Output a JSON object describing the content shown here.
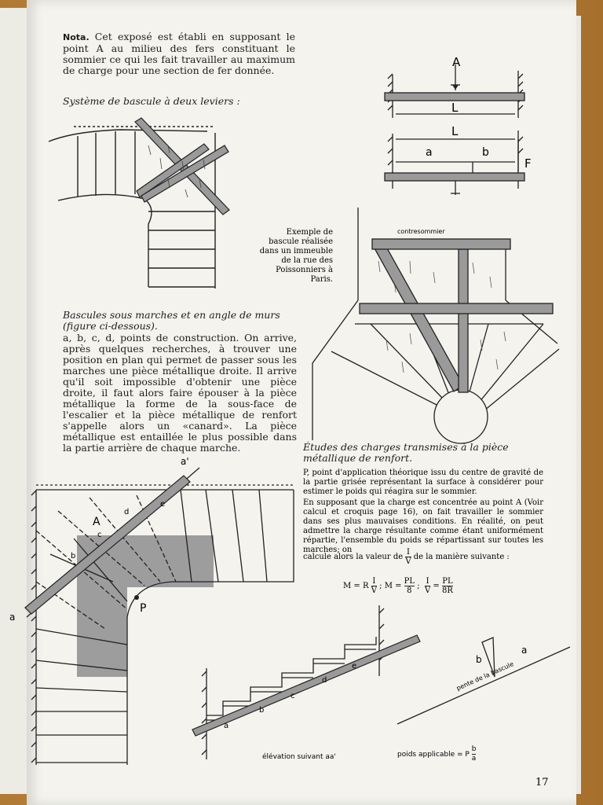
{
  "nota": {
    "label": "Nota.",
    "text": "Cet exposé est établi en supposant le point A au milieu des fers constituant le sommier ce qui les fait travailler au maximum de charge pour une section de fer donnée."
  },
  "systeme_title": "Système de bascule à deux leviers :",
  "figure_labels": {
    "A": "A",
    "L": "L",
    "a": "a",
    "b": "b",
    "F": "F",
    "contresommier": "contresommier",
    "plan_a": "a",
    "plan_a_prime": "a'",
    "plan_A": "A",
    "plan_P": "P",
    "plan_b": "b",
    "plan_c": "c",
    "plan_d": "d",
    "plan_e": "e",
    "elev_a": "a",
    "elev_b": "b",
    "elev_c": "c",
    "elev_d": "d",
    "elev_e": "e",
    "tri_a": "a",
    "tri_b": "b",
    "pente": "pente de la bascule"
  },
  "exemple_caption": "Exemple de bascule réalisée dans un immeuble de la rue des Poissonniers à Paris.",
  "bascules": {
    "title": "Bascules sous marches et en angle de murs (figure ci-dessous).",
    "body": "a, b, c, d, points de construction. On arrive, après quelques recherches, à trouver une position en plan qui permet de passer sous les marches une pièce métallique droite. Il arrive qu'il soit impossible d'obtenir une pièce droite, il faut alors faire épouser à la pièce métallique la forme de la sous-face de l'escalier et la pièce métallique de renfort s'appelle alors un «canard». La pièce métallique est entaillée le plus possible dans la partie arrière de chaque marche."
  },
  "etudes": {
    "title": "Études des charges transmises à la pièce métallique de renfort.",
    "p1": "P, point d'application théorique issu du centre de gravité de la partie grisée représentant la surface à considérer pour estimer le poids qui réagira sur le sommier.",
    "p2": "En supposant que la charge est concentrée au point A (Voir calcul et croquis page 16), on fait travailler le sommier dans ses plus mauvaises conditions. En réalité, on peut admettre la charge résultante comme étant uniformément répartie, l'ensemble du poids se répartissant sur toutes les marches; on",
    "p3_before": "calcule alors la valeur de",
    "p3_after": "de la manière suivante :",
    "frac_one": "I",
    "frac_v": "V"
  },
  "formula": {
    "m1": "M = R",
    "sep1": ";",
    "m2": "M =",
    "pl": "PL",
    "eight": "8",
    "sep2": ";",
    "eq": "=",
    "pl2": "PL",
    "eightR": "8R",
    "I": "I",
    "V": "V"
  },
  "elevation_caption": "élévation suivant aa'",
  "poids": {
    "text": "poids applicable = P",
    "num": "b",
    "den": "a"
  },
  "page_number": "17"
}
